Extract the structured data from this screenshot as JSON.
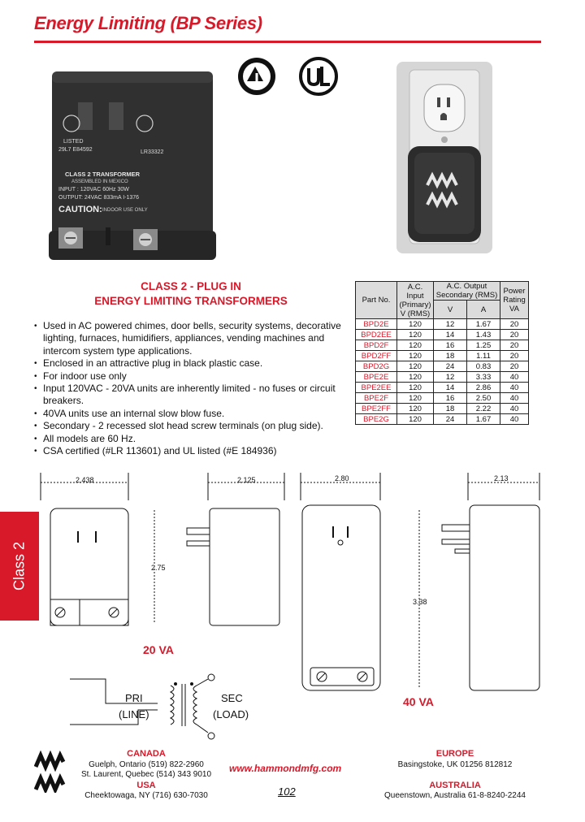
{
  "header": {
    "title": "Energy Limiting (BP Series)"
  },
  "photo_labels": {
    "listed": "LISTED",
    "ul_num": "29L7  E84592",
    "csa_num": "LR33322",
    "class2": "CLASS 2 TRANSFORMER",
    "assembled": "ASSEMBLED IN MEXICO",
    "input": "INPUT : 120VAC  60Hz  30W",
    "output": "OUTPUT: 24VAC 833mA I-1376",
    "caution": "CAUTION:",
    "indoor": "INDOOR USE ONLY"
  },
  "section": {
    "line1": "CLASS 2 - PLUG IN",
    "line2": "ENERGY LIMITING TRANSFORMERS"
  },
  "features": [
    "Used in AC powered chimes, door bells, security systems, decorative lighting, furnaces, humidifiers, appliances, vending machines and intercom system type applications.",
    "Enclosed in an attractive plug in black plastic case.",
    "For indoor use only",
    "Input 120VAC - 20VA units are inherently limited - no fuses or circuit breakers.",
    "40VA units use an internal slow blow fuse.",
    "Secondary - 2 recessed slot head screw terminals (on plug side).",
    "All models are 60 Hz.",
    "CSA certified (#LR 113601) and UL listed (#E 184936)"
  ],
  "table": {
    "h_part": "Part No.",
    "h_input": "A.C. Input (Primary) V (RMS)",
    "h_output": "A.C. Output Secondary (RMS)",
    "h_v": "V",
    "h_a": "A",
    "h_power": "Power Rating VA",
    "rows": [
      [
        "BPD2E",
        "120",
        "12",
        "1.67",
        "20"
      ],
      [
        "BPD2EE",
        "120",
        "14",
        "1.43",
        "20"
      ],
      [
        "BPD2F",
        "120",
        "16",
        "1.25",
        "20"
      ],
      [
        "BPD2FF",
        "120",
        "18",
        "1.11",
        "20"
      ],
      [
        "BPD2G",
        "120",
        "24",
        "0.83",
        "20"
      ],
      [
        "BPE2E",
        "120",
        "12",
        "3.33",
        "40"
      ],
      [
        "BPE2EE",
        "120",
        "14",
        "2.86",
        "40"
      ],
      [
        "BPE2F",
        "120",
        "16",
        "2.50",
        "40"
      ],
      [
        "BPE2FF",
        "120",
        "18",
        "2.22",
        "40"
      ],
      [
        "BPE2G",
        "120",
        "24",
        "1.67",
        "40"
      ]
    ]
  },
  "dims": {
    "w20": "2.438",
    "d20": "2.125",
    "h20": "2.75",
    "w40": "2.80",
    "d40": "2.13",
    "h40": "3.38"
  },
  "labels": {
    "va20": "20 VA",
    "va40": "40 VA",
    "pri": "PRI",
    "line": "(LINE)",
    "sec": "SEC",
    "load": "(LOAD)"
  },
  "side_tab": "Class 2",
  "footer": {
    "canada": "CANADA",
    "canada_l1": "Guelph, Ontario (519) 822-2960",
    "canada_l2": "St. Laurent, Quebec (514) 343 9010",
    "usa": "USA",
    "usa_l1": "Cheektowaga, NY (716) 630-7030",
    "url": "www.hammondmfg.com",
    "page": "102",
    "europe": "EUROPE",
    "europe_l1": "Basingstoke, UK 01256 812812",
    "australia": "AUSTRALIA",
    "australia_l1": "Queenstown, Australia 61-8-8240-2244"
  }
}
